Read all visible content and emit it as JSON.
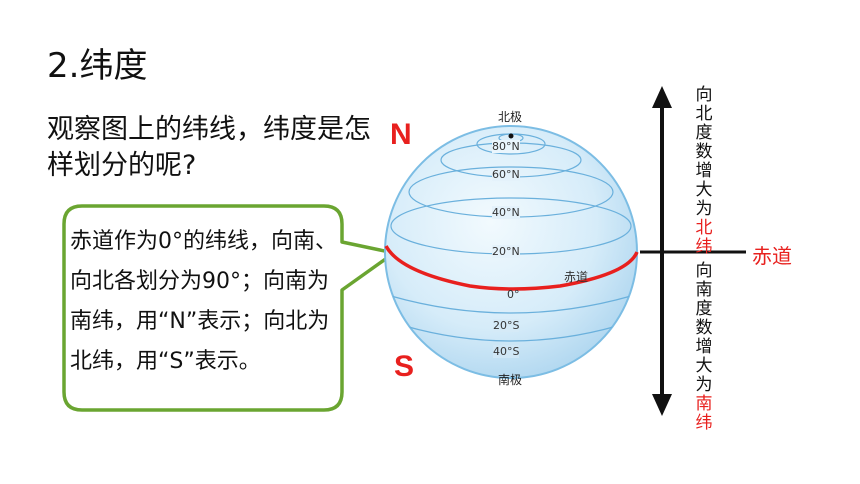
{
  "title": "2.纬度",
  "question": "观察图上的纬线，纬度是怎样划分的呢?",
  "callout": {
    "text": "赤道作为0°的纬线，向南、向北各划分为90°；向南为南纬，用“N”表示；向北为北纬，用“S”表示。"
  },
  "globe": {
    "pole_n": "N",
    "pole_s": "S",
    "north_pole_label": "北极",
    "south_pole_label": "南极",
    "equator_label": "赤道",
    "latitudes": [
      "80°N",
      "60°N",
      "40°N",
      "20°N",
      "0°",
      "20°S",
      "40°S"
    ]
  },
  "axis": {
    "north_text": "向北度数增大为",
    "north_highlight": "北纬",
    "south_text": "向南度数增大为",
    "south_highlight": "南纬",
    "equator_label": "赤道"
  },
  "colors": {
    "accent_red": "#e8201e",
    "callout_border": "#6aa531",
    "globe_fill": "#cfe9f8",
    "lat_line": "#6ab0dc"
  }
}
